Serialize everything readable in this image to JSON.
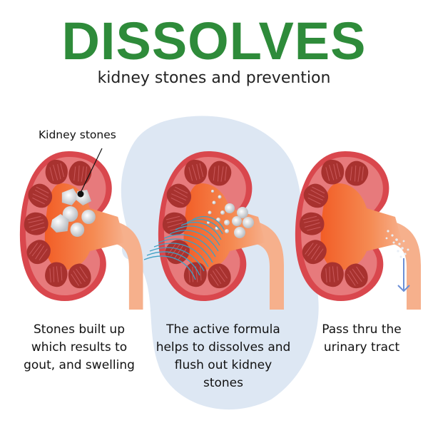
{
  "header": {
    "title": "DISSOLVES",
    "subtitle": "kidney stones and prevention"
  },
  "annotation": {
    "label": "Kidney stones"
  },
  "panels": [
    {
      "id": "stones-built-up",
      "caption": "Stones built up which results to gout, and swelling"
    },
    {
      "id": "active-formula",
      "caption": "The active formula helps to dissolves and flush out kidney stones"
    },
    {
      "id": "pass-thru",
      "caption": "Pass thru the urinary tract"
    }
  ],
  "colors": {
    "title_green": "#2e8b3a",
    "kidney_outer": "#d9474d",
    "kidney_cortex": "#e77a7c",
    "kidney_lobe": "#a8322f",
    "pelvis_orange": "#f26b2a",
    "ureter_peach": "#f6b08c",
    "stone_grey": "#d6d9dc",
    "wave_teal": "#3fa0c4",
    "blob_blue": "#dde7f3",
    "arrow_blue": "#6b8fd6"
  }
}
